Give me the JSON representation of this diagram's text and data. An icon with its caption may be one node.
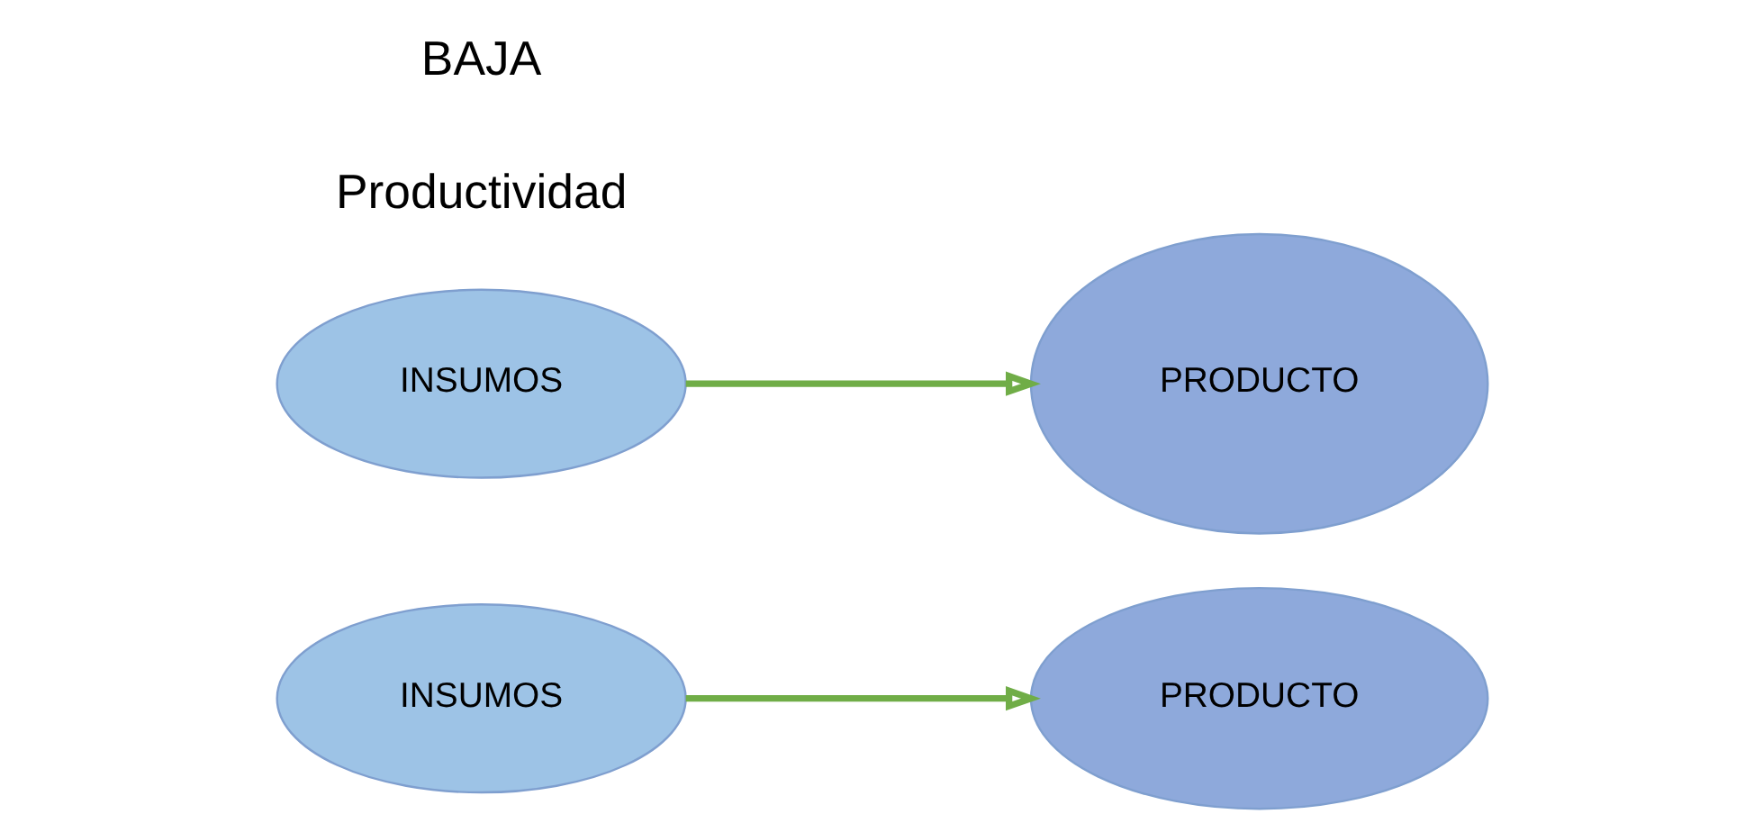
{
  "diagram": {
    "nodes": [
      {
        "text": [
          "INSUMOS"
        ]
      },
      {
        "text": [
          "PRODUCTO"
        ]
      },
      {
        "text": [
          "INSUMOS"
        ]
      },
      {
        "text": [
          "PRODUCTO"
        ]
      }
    ],
    "edges": [
      {
        "from": 0,
        "to": 1,
        "arrow": "to"
      },
      {
        "from": 2,
        "to": 3,
        "arrow": "to"
      }
    ],
    "labels": [
      "Productividad",
      "BAJA"
    ]
  }
}
